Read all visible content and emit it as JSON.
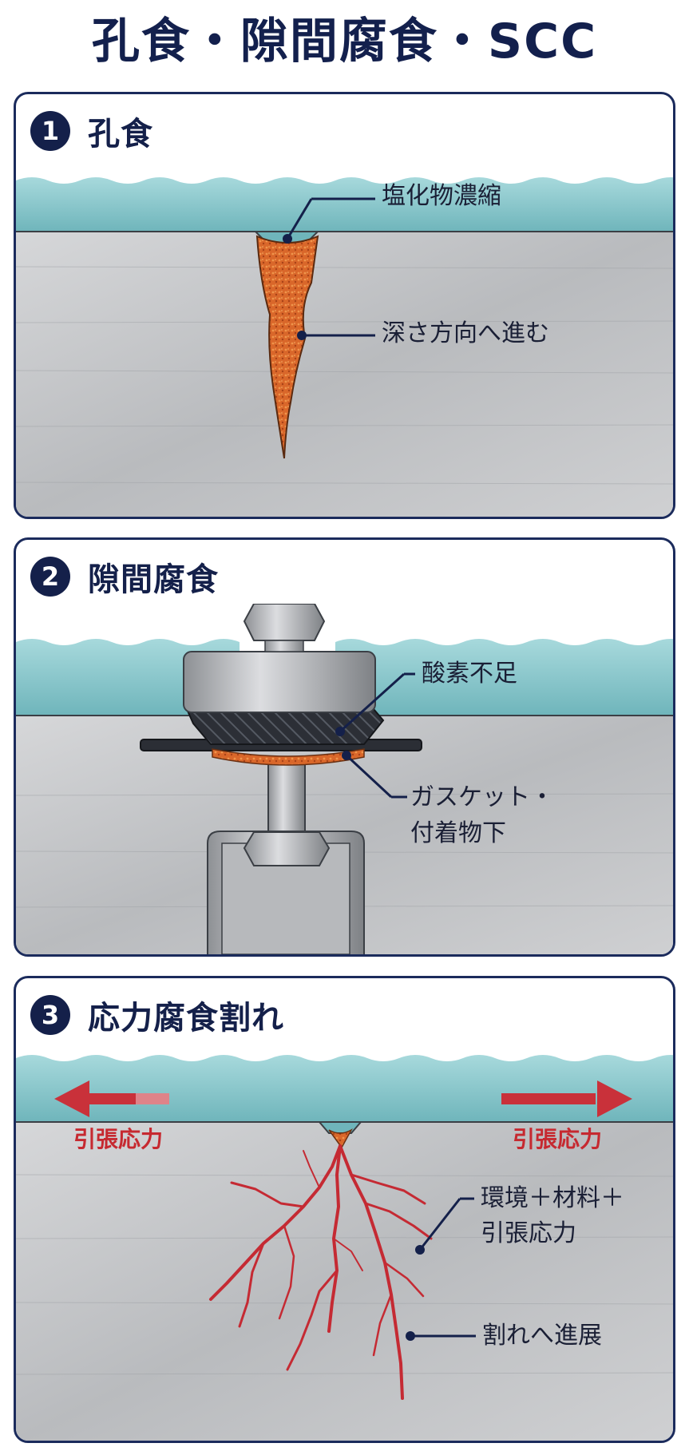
{
  "title": "孔食・隙間腐食・SCC",
  "panels": [
    {
      "number": "1",
      "title": "孔食",
      "callouts": [
        "塩化物濃縮",
        "深さ方向へ進む"
      ]
    },
    {
      "number": "2",
      "title": "隙間腐食",
      "callouts": [
        "酸素不足",
        "ガスケット・",
        "付着物下"
      ]
    },
    {
      "number": "3",
      "title": "応力腐食割れ",
      "stress_left": "引張応力",
      "stress_right": "引張応力",
      "callouts": [
        "環境＋材料＋",
        "引張応力",
        "割れへ進展"
      ]
    }
  ],
  "colors": {
    "navy": "#14204a",
    "water": "#8cc7cc",
    "metal": "#c4c6c8",
    "rust": "#d9672a",
    "crack": "#c52a33",
    "arrow": "#c9313a"
  }
}
